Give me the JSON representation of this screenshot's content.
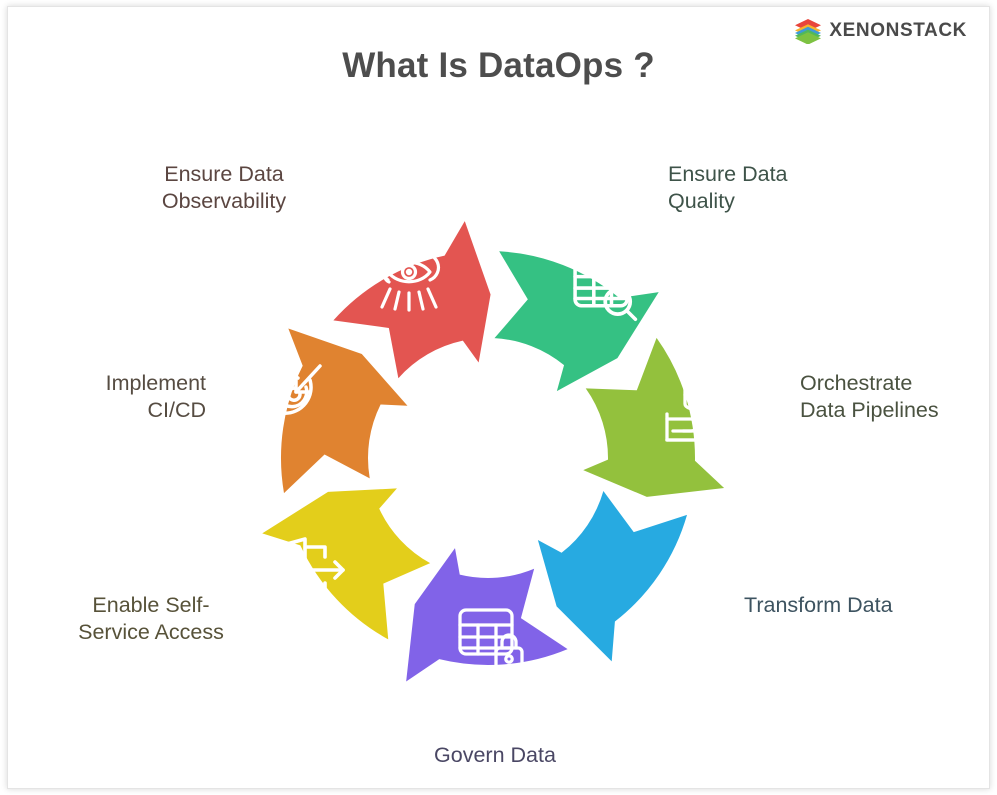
{
  "brand": {
    "name": "XENONSTACK",
    "logo_icon": "stacked-layers-icon",
    "logo_colors": [
      "#e8453c",
      "#f5a623",
      "#4aa3df",
      "#34a853",
      "#7cb342"
    ]
  },
  "header": {
    "title": "What Is DataOps ?",
    "title_color": "#4d4d4d"
  },
  "diagram": {
    "type": "cycle-arrow-wheel",
    "segment_count": 7,
    "direction": "clockwise",
    "segments": [
      {
        "id": "ensure-data-quality",
        "label": "Ensure Data\nQuality",
        "color": "#35c183",
        "icon": "table-search-icon",
        "label_color": "#3e5349",
        "position": "top-right"
      },
      {
        "id": "orchestrate-data-pipelines",
        "label": "Orchestrate\nData Pipelines",
        "color": "#93c13d",
        "icon": "database-pipeline-icon",
        "label_color": "#4a5240",
        "position": "right"
      },
      {
        "id": "transform-data",
        "label": "Transform Data",
        "color": "#27aae1",
        "icon": "table-refresh-icon",
        "label_color": "#3d5360",
        "position": "bottom-right"
      },
      {
        "id": "govern-data",
        "label": "Govern Data",
        "color": "#8163e8",
        "icon": "table-lock-icon",
        "label_color": "#4a4764",
        "position": "bottom"
      },
      {
        "id": "enable-self-service-access",
        "label": "Enable Self-\nService Access",
        "color": "#e3ce1b",
        "icon": "door-exit-arrow-icon",
        "label_color": "#575239",
        "position": "bottom-left"
      },
      {
        "id": "implement-ci-cd",
        "label": "Implement\nCI/CD",
        "color": "#e08330",
        "icon": "target-arrow-icon",
        "label_color": "#564c42",
        "position": "left"
      },
      {
        "id": "ensure-data-observability",
        "label": "Ensure Data\nObservability",
        "color": "#e35551",
        "icon": "cloud-eye-rays-icon",
        "label_color": "#5b4641",
        "position": "top-left"
      }
    ]
  }
}
